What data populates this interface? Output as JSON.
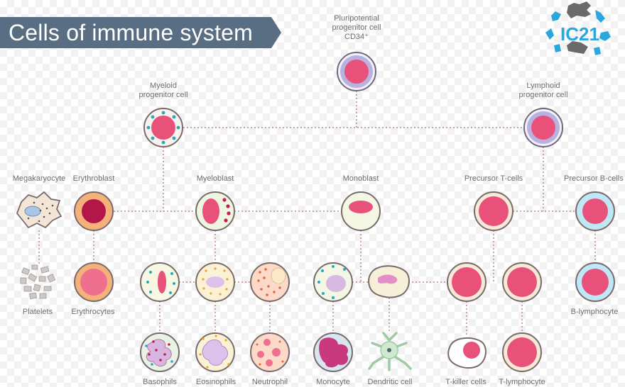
{
  "title": "Cells of immune system",
  "logo": {
    "text": "IC21",
    "icon": "ic21-logo-icon",
    "color": "#2aa7df"
  },
  "colors": {
    "banner": "#5a6e83",
    "connector": "#b98888",
    "cell_outline": "#7a6a6a",
    "nucleus": "#e8517a"
  },
  "labels": {
    "pluripotential": [
      "Pluripotential",
      "progenitor cell",
      "CD34⁺"
    ],
    "myeloid": [
      "Myeloid",
      "progenitor cell"
    ],
    "lymphoid": [
      "Lymphoid",
      "progenitor cell"
    ],
    "megakaryocyte": "Megakaryocyte",
    "erythroblast": "Erythroblast",
    "myeloblast": "Myeloblast",
    "monoblast": "Monoblast",
    "precursor_t": "Precursor T-cells",
    "precursor_b": "Precursor B-cells",
    "platelets": "Platelets",
    "erythrocytes": "Erythrocytes",
    "b_lymphocyte": "B-lymphocyte",
    "basophils": "Basophils",
    "eosinophils": "Eosinophils",
    "neutrophil": "Neutrophil",
    "monocyte": "Monocyte",
    "dendritic": "Dendritic cell",
    "t_killer": "T-killer cells",
    "t_lymphocyte": "T-lymphocyte"
  }
}
